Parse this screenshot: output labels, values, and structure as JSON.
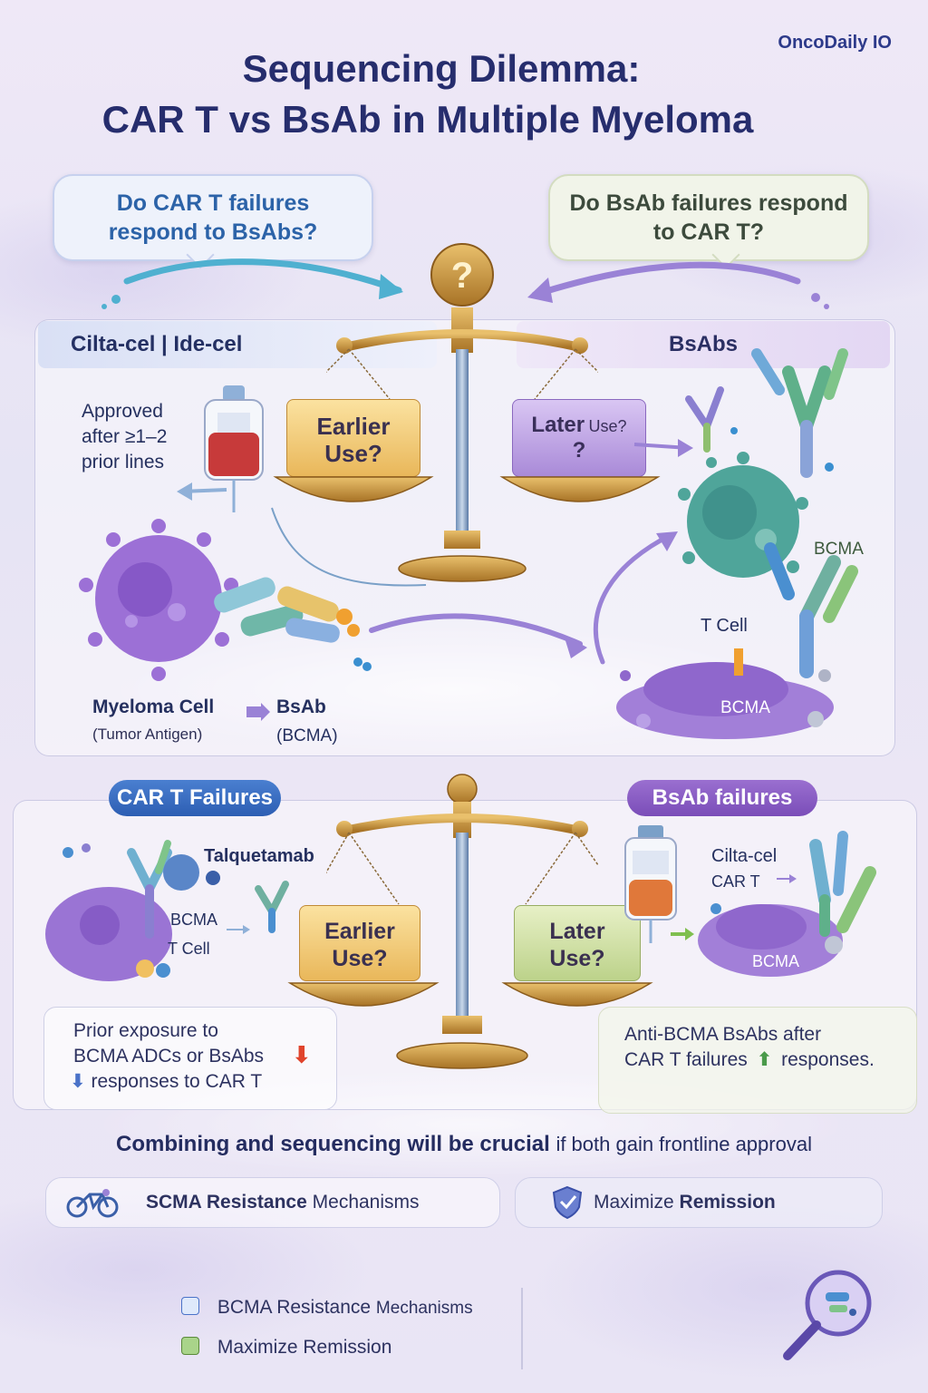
{
  "brand": "OncoDaily IO",
  "title": {
    "line1": "Sequencing Dilemma:",
    "line2": "CAR T vs BsAb in Multiple Myeloma"
  },
  "questions": {
    "left": "Do CAR T failures respond to BsAbs?",
    "right": "Do BsAb failures respond to CAR T?"
  },
  "top_section": {
    "left_header": "Cilta-cel | Ide-cel",
    "right_header": "BsAbs",
    "approved": "Approved after ≥1–2 prior lines",
    "scale_left": "Earlier Use?",
    "scale_right_main": "Later",
    "scale_right_sub": "Use?",
    "scale_right_q": "?",
    "myeloma_cell": "Myeloma Cell",
    "tumor_antigen": "(Tumor Antigen)",
    "bsab": "BsAb",
    "bcma_paren": "(BCMA)",
    "bcma_upper": "BCMA",
    "t_cell": "T Cell",
    "bcma_lower": "BCMA"
  },
  "bottom_section": {
    "left_pill": "CAR T Failures",
    "right_pill": "BsAb failures",
    "talquetamab": "Talquetamab",
    "bcma": "BCMA",
    "t_cell": "T Cell",
    "cilta_cel": "Cilta-cel",
    "car_t": "CAR T",
    "bcma_right": "BCMA",
    "scale_left": "Earlier Use?",
    "scale_right": "Later Use?",
    "left_box": {
      "line1": "Prior exposure to",
      "line2": "BCMA ADCs or BsAbs",
      "line3": "responses to CAR T"
    },
    "right_box": {
      "line1": "Anti-BCMA BsAbs after",
      "line2": "CAR T failures",
      "line3": "responses."
    }
  },
  "crucial": {
    "bold": "Combining and sequencing",
    "bold2": "will be crucial",
    "rest": "if both gain frontline approval"
  },
  "bars": {
    "left_bold": "SCMA Resistance",
    "left_rest": "Mechanisms",
    "right_rest": "Maximize",
    "right_bold": "Remission"
  },
  "legend": {
    "item1_a": "BCMA Resistance",
    "item1_b": "Mechanisms",
    "item2": "Maximize Remission"
  },
  "colors": {
    "title": "#262d6d",
    "blue_accent": "#2c63a8",
    "purple_accent": "#7a4db8",
    "gold": "#c9963a"
  },
  "icons": [
    "question-mark-icon",
    "balance-scale-icon",
    "iv-bag-icon",
    "antibody-icon",
    "myeloma-cell-icon",
    "t-cell-icon",
    "down-arrow-icon",
    "up-arrow-icon",
    "bicycle-icon",
    "shield-check-icon",
    "checkbox-icon",
    "magnifier-icon"
  ]
}
